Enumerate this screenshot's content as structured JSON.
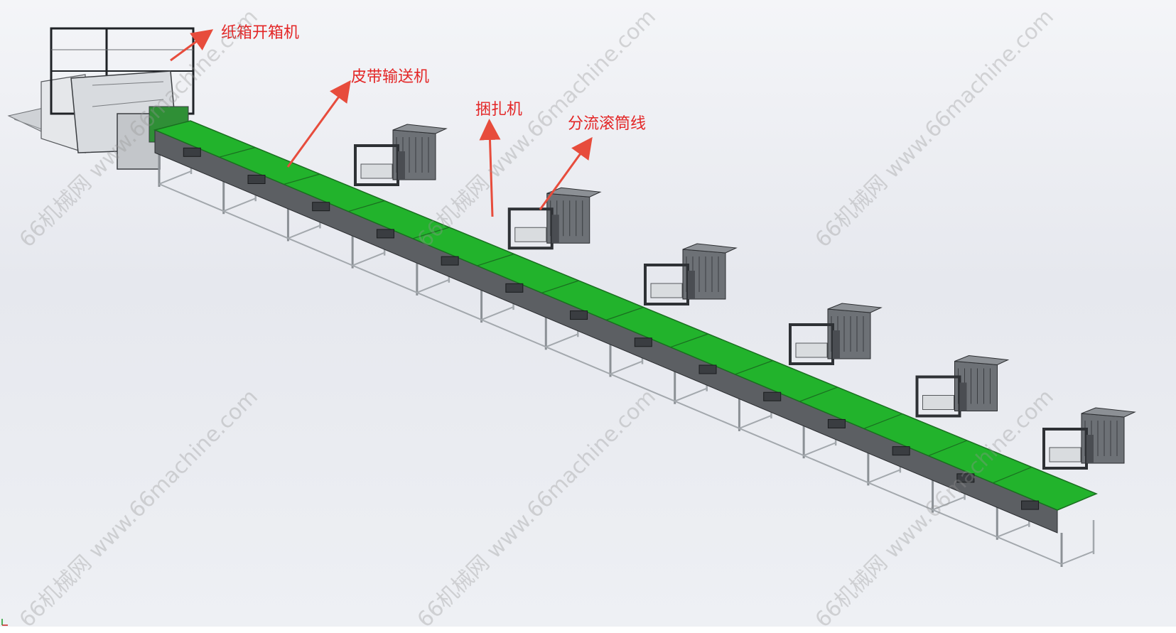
{
  "labels": {
    "carton_opener": "纸箱开箱机",
    "belt_conveyor": "皮带输送机",
    "strapping_machine": "捆扎机",
    "diverter_roller_line": "分流滚筒线"
  },
  "watermark": "66机械网 www.66machine.com",
  "colors": {
    "belt": "#22b32c",
    "frame": "#5c5f63",
    "leg": "#8b9095",
    "arrow": "#e74c3c",
    "label": "#e32626"
  }
}
